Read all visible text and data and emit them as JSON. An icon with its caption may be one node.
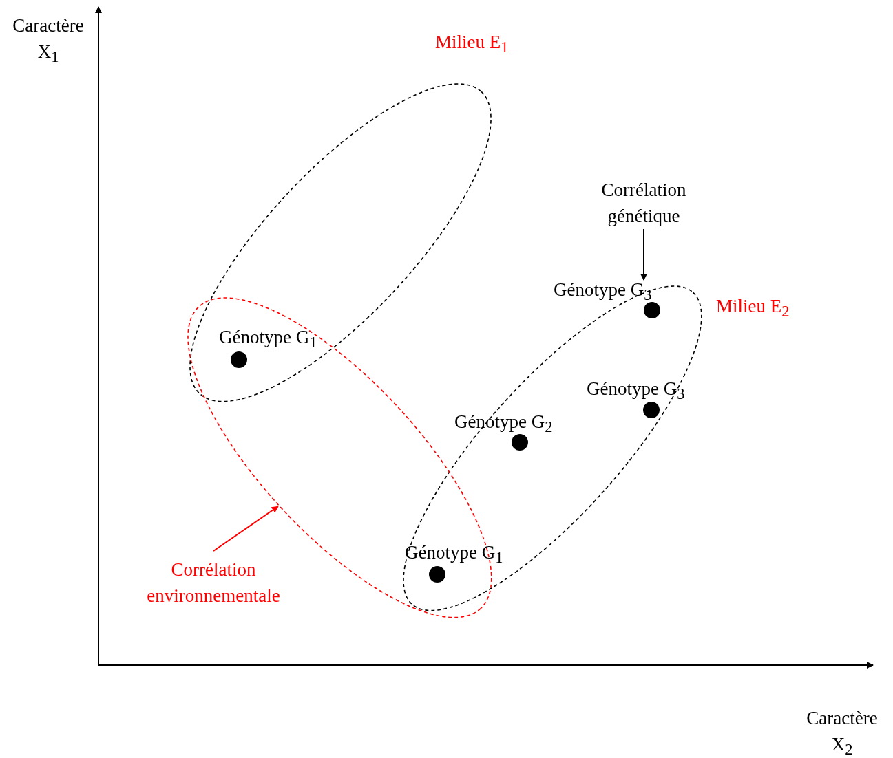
{
  "diagram": {
    "nodes": [
      {
        "text": [
          "Milieu E$_{1}$"
        ]
      },
      {
        "text": [
          "Milieu E$_{2}$"
        ]
      },
      {
        "text": [],
        "shape": "ellipse"
      },
      {
        "text": [
          "Corrélation génétique"
        ]
      },
      {
        "text": [
          "Corrélation environnementale"
        ]
      }
    ],
    "edges": [
      {
        "from": 3,
        "to": 1,
        "arrow": "to"
      },
      {
        "from": 4,
        "to": 2,
        "arrow": "to",
        "color": "#ff0000"
      }
    ],
    "labels": [
      "Caractère X$_{1}$",
      "Génotype G$_{3}$",
      "Génotype G$_{1}$",
      "Génotype G$_{3}$",
      "Génotype G$_{2}$",
      "Génotype G$_{1}$",
      "Caractère X$_{2}$"
    ]
  }
}
